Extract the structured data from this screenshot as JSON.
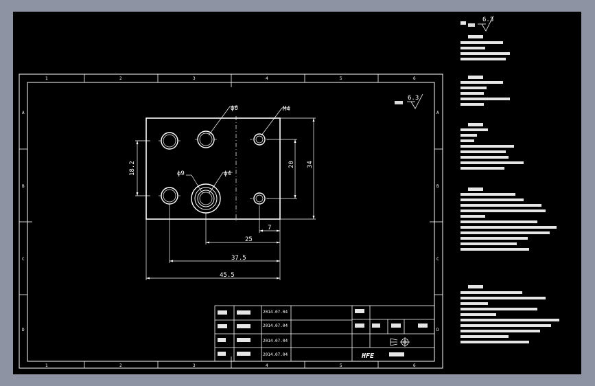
{
  "drawing": {
    "roughness_top": "6.3",
    "roughness_frame": "6.3",
    "dimensions": {
      "dia6": "ϕ6",
      "m4": "M4",
      "dia9": "ϕ9",
      "dia4": "ϕ4",
      "d18_2": "18.2",
      "d20": "20",
      "d34": "34",
      "d7": "7",
      "d25": "25",
      "d37_5": "37.5",
      "d45_5": "45.5"
    },
    "zone_numbers": [
      "1",
      "2",
      "3",
      "4",
      "5",
      "6"
    ],
    "zone_letters": [
      "A",
      "B",
      "C",
      "D"
    ]
  },
  "title_block": {
    "dates": [
      "2014.07.04",
      "2014.07.04",
      "2014.07.04",
      "2014.07.04"
    ],
    "logo": "HFE"
  },
  "colors": {
    "background": "#000000",
    "lines": "#ffffff",
    "outer": "#8e93a3"
  }
}
